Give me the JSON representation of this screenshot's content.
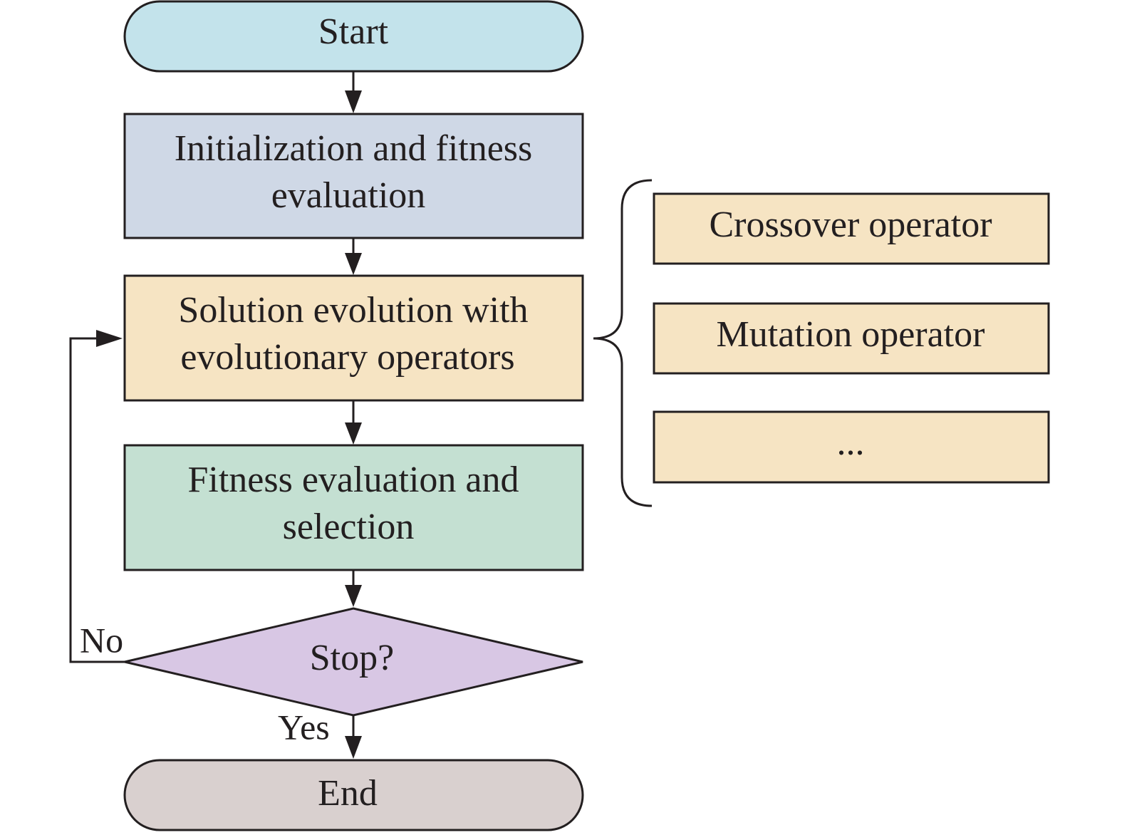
{
  "colors": {
    "start": "#c3e3eb",
    "init": "#cfd8e6",
    "evolution": "#f6e4c3",
    "fitness": "#c4e0d2",
    "decision": "#d8c7e4",
    "end": "#d9d0cf",
    "operators": "#f6e4c3",
    "stroke": "#231f20"
  },
  "nodes": {
    "start": "Start",
    "init": {
      "line1": "Initialization and fitness",
      "line2": "evaluation"
    },
    "evolution": {
      "line1": "Solution evolution with",
      "line2": "evolutionary operators"
    },
    "fitness": {
      "line1": "Fitness evaluation and",
      "line2": "selection"
    },
    "decision": "Stop?",
    "end": "End"
  },
  "operators": [
    "Crossover operator",
    "Mutation operator",
    "..."
  ],
  "edge_labels": {
    "no": "No",
    "yes": "Yes"
  }
}
